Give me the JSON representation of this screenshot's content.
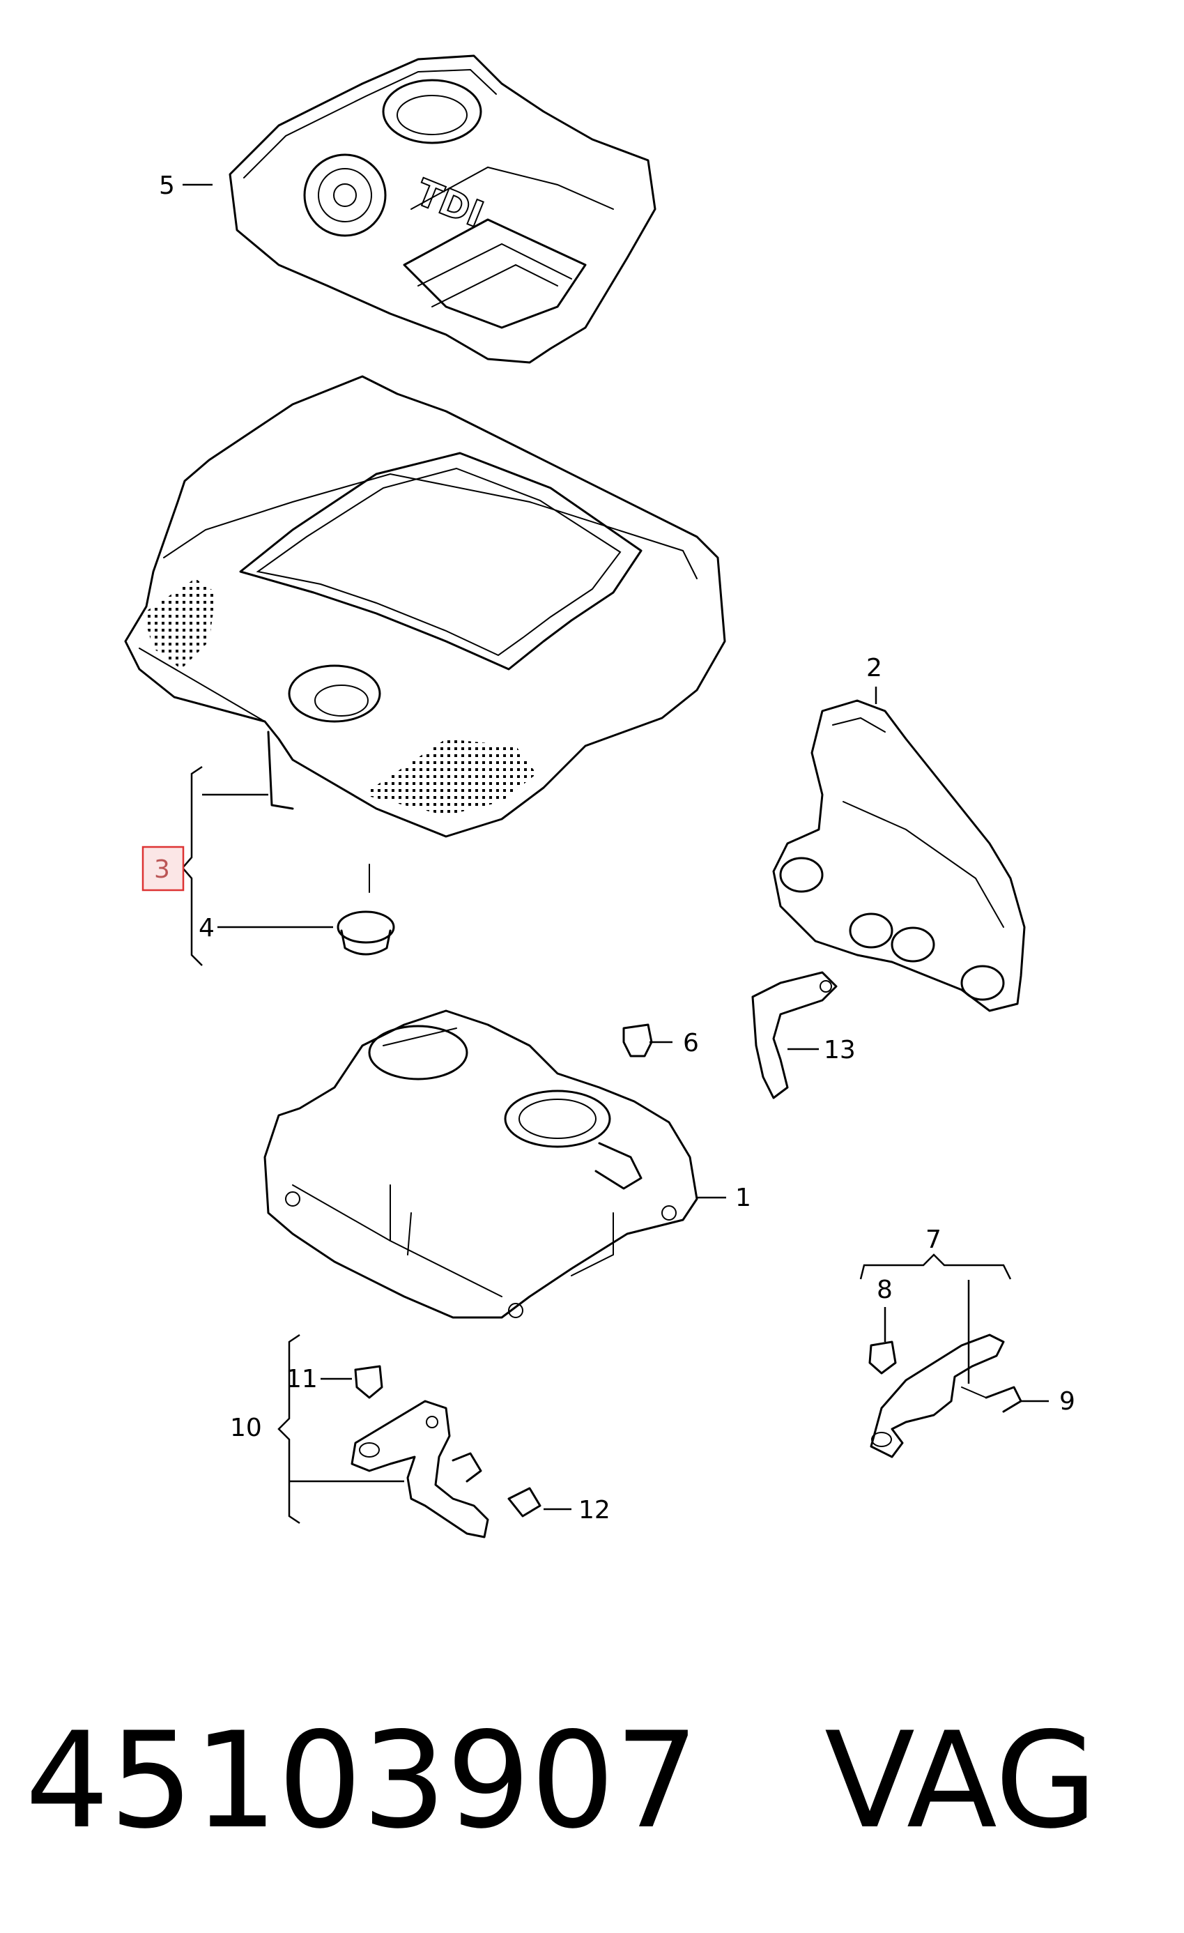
{
  "callouts": {
    "c1": "1",
    "c2": "2",
    "c3": "3",
    "c4": "4",
    "c5": "5",
    "c6": "6",
    "c7": "7",
    "c8": "8",
    "c9": "9",
    "c10": "10",
    "c11": "11",
    "c12": "12",
    "c13": "13"
  },
  "emblem_text": "TDI",
  "footer": {
    "part_number": "45103907",
    "brand": "VAG"
  },
  "colors": {
    "line": "#000000",
    "highlight_fill": "#fbe6e6",
    "highlight_stroke": "#dd3333"
  }
}
